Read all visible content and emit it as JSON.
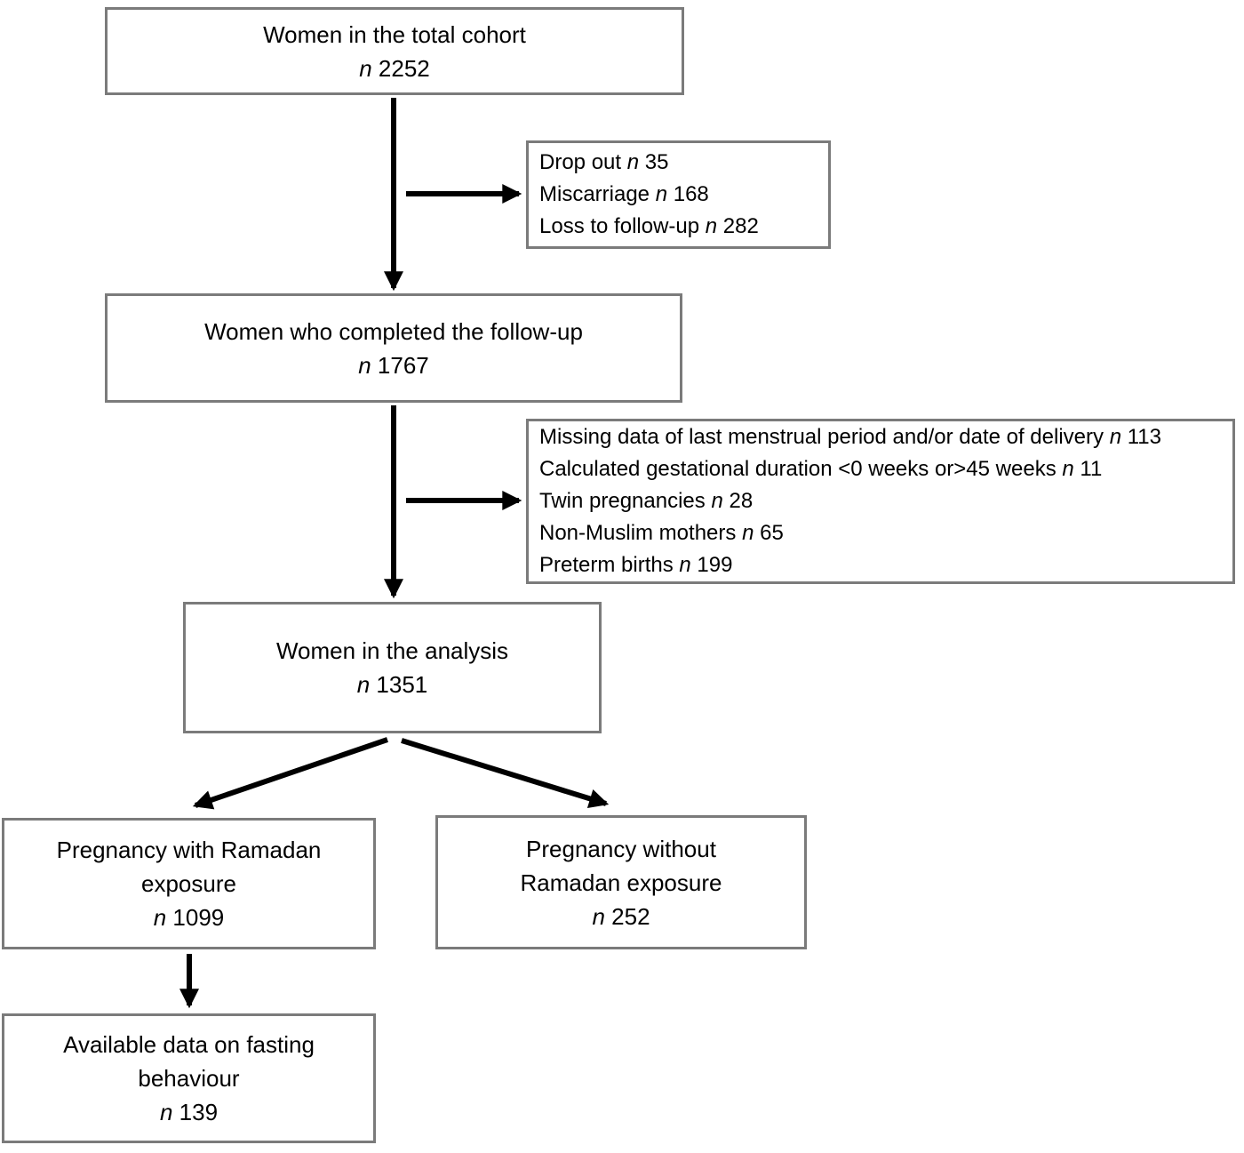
{
  "figure": {
    "background": "#ffffff",
    "box_border_color": "#7b7b7b",
    "arrow_color": "#000000",
    "n_symbol": "n"
  },
  "boxes": {
    "total_cohort": {
      "label": "Women in the total cohort",
      "n": "2252"
    },
    "exclusions_followup": {
      "items": [
        {
          "label": "Drop out",
          "n": "35"
        },
        {
          "label": "Miscarriage",
          "n": "168"
        },
        {
          "label": "Loss to follow-up",
          "n": "282"
        }
      ]
    },
    "completed_followup": {
      "label": "Women who completed the follow-up",
      "n": "1767"
    },
    "exclusions_analysis": {
      "items": [
        {
          "label": "Missing data of last menstrual period and/or date of delivery",
          "n": "113"
        },
        {
          "label": "Calculated gestational duration <0 weeks or>45 weeks",
          "n": "11"
        },
        {
          "label": "Twin pregnancies",
          "n": "28"
        },
        {
          "label": "Non-Muslim mothers",
          "n": "65"
        },
        {
          "label": "Preterm births",
          "n": "199"
        }
      ]
    },
    "analysis": {
      "label": "Women in the analysis",
      "n": "1351"
    },
    "ramadan_exposure": {
      "label": "Pregnancy with Ramadan\nexposure",
      "n": "1099"
    },
    "no_ramadan_exposure": {
      "label": "Pregnancy without\nRamadan exposure",
      "n": "252"
    },
    "fasting_data": {
      "label": "Available data on fasting\nbehaviour",
      "n": "139"
    }
  }
}
